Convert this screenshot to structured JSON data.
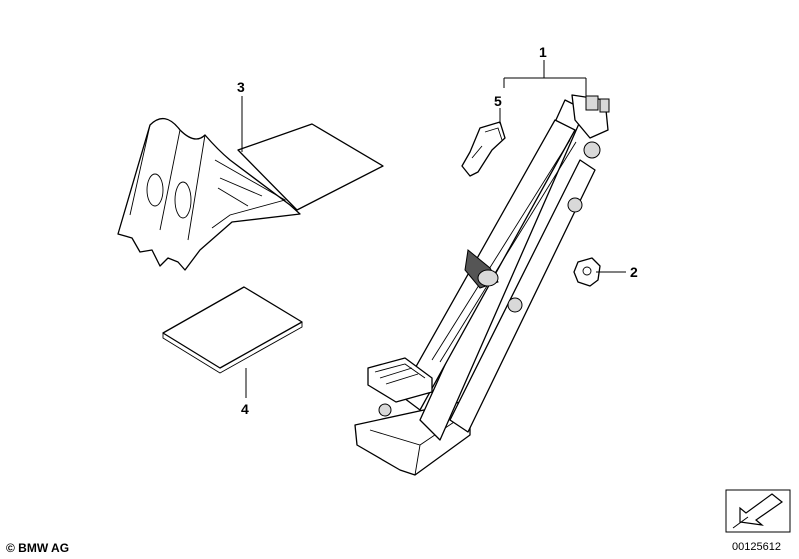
{
  "callouts": [
    {
      "id": "1",
      "label": "1"
    },
    {
      "id": "2",
      "label": "2"
    },
    {
      "id": "3",
      "label": "3"
    },
    {
      "id": "4",
      "label": "4"
    },
    {
      "id": "5",
      "label": "5"
    }
  ],
  "footer": {
    "copyright": "© BMW AG",
    "doc_number": "00125612"
  },
  "icons": {
    "direction": "arrow-direction-icon"
  }
}
